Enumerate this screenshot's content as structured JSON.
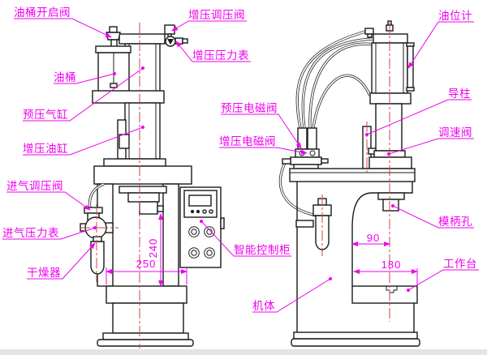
{
  "labels": {
    "oil_tank_open_valve": "油桶开启阀",
    "boost_regulator_valve": "增压调压阀",
    "boost_pressure_gauge": "增压压力表",
    "oil_tank": "油桶",
    "preload_air_cylinder": "预压气缸",
    "boost_oil_cylinder": "增压油缸",
    "intake_regulator_valve": "进气调压阀",
    "intake_pressure_gauge": "进气压力表",
    "dryer": "干燥器",
    "smart_control_cabinet": "智能控制柜",
    "machine_body": "机体",
    "preload_solenoid_valve": "预压电磁阀",
    "boost_solenoid_valve": "增压电磁阀",
    "oil_level_gauge": "油位计",
    "guide_column": "导柱",
    "speed_control_valve": "调速阀",
    "die_shank_hole": "模柄孔",
    "worktable": "工作台"
  },
  "dimensions": {
    "front_table_width": "250",
    "front_daylight_height": "240",
    "side_throat_depth": "90",
    "side_table_depth": "180"
  },
  "colors": {
    "annotation": "#EE00EE",
    "centerline": "#CC4444",
    "outline": "#1A1A1A",
    "background": "#FFFFFF"
  }
}
